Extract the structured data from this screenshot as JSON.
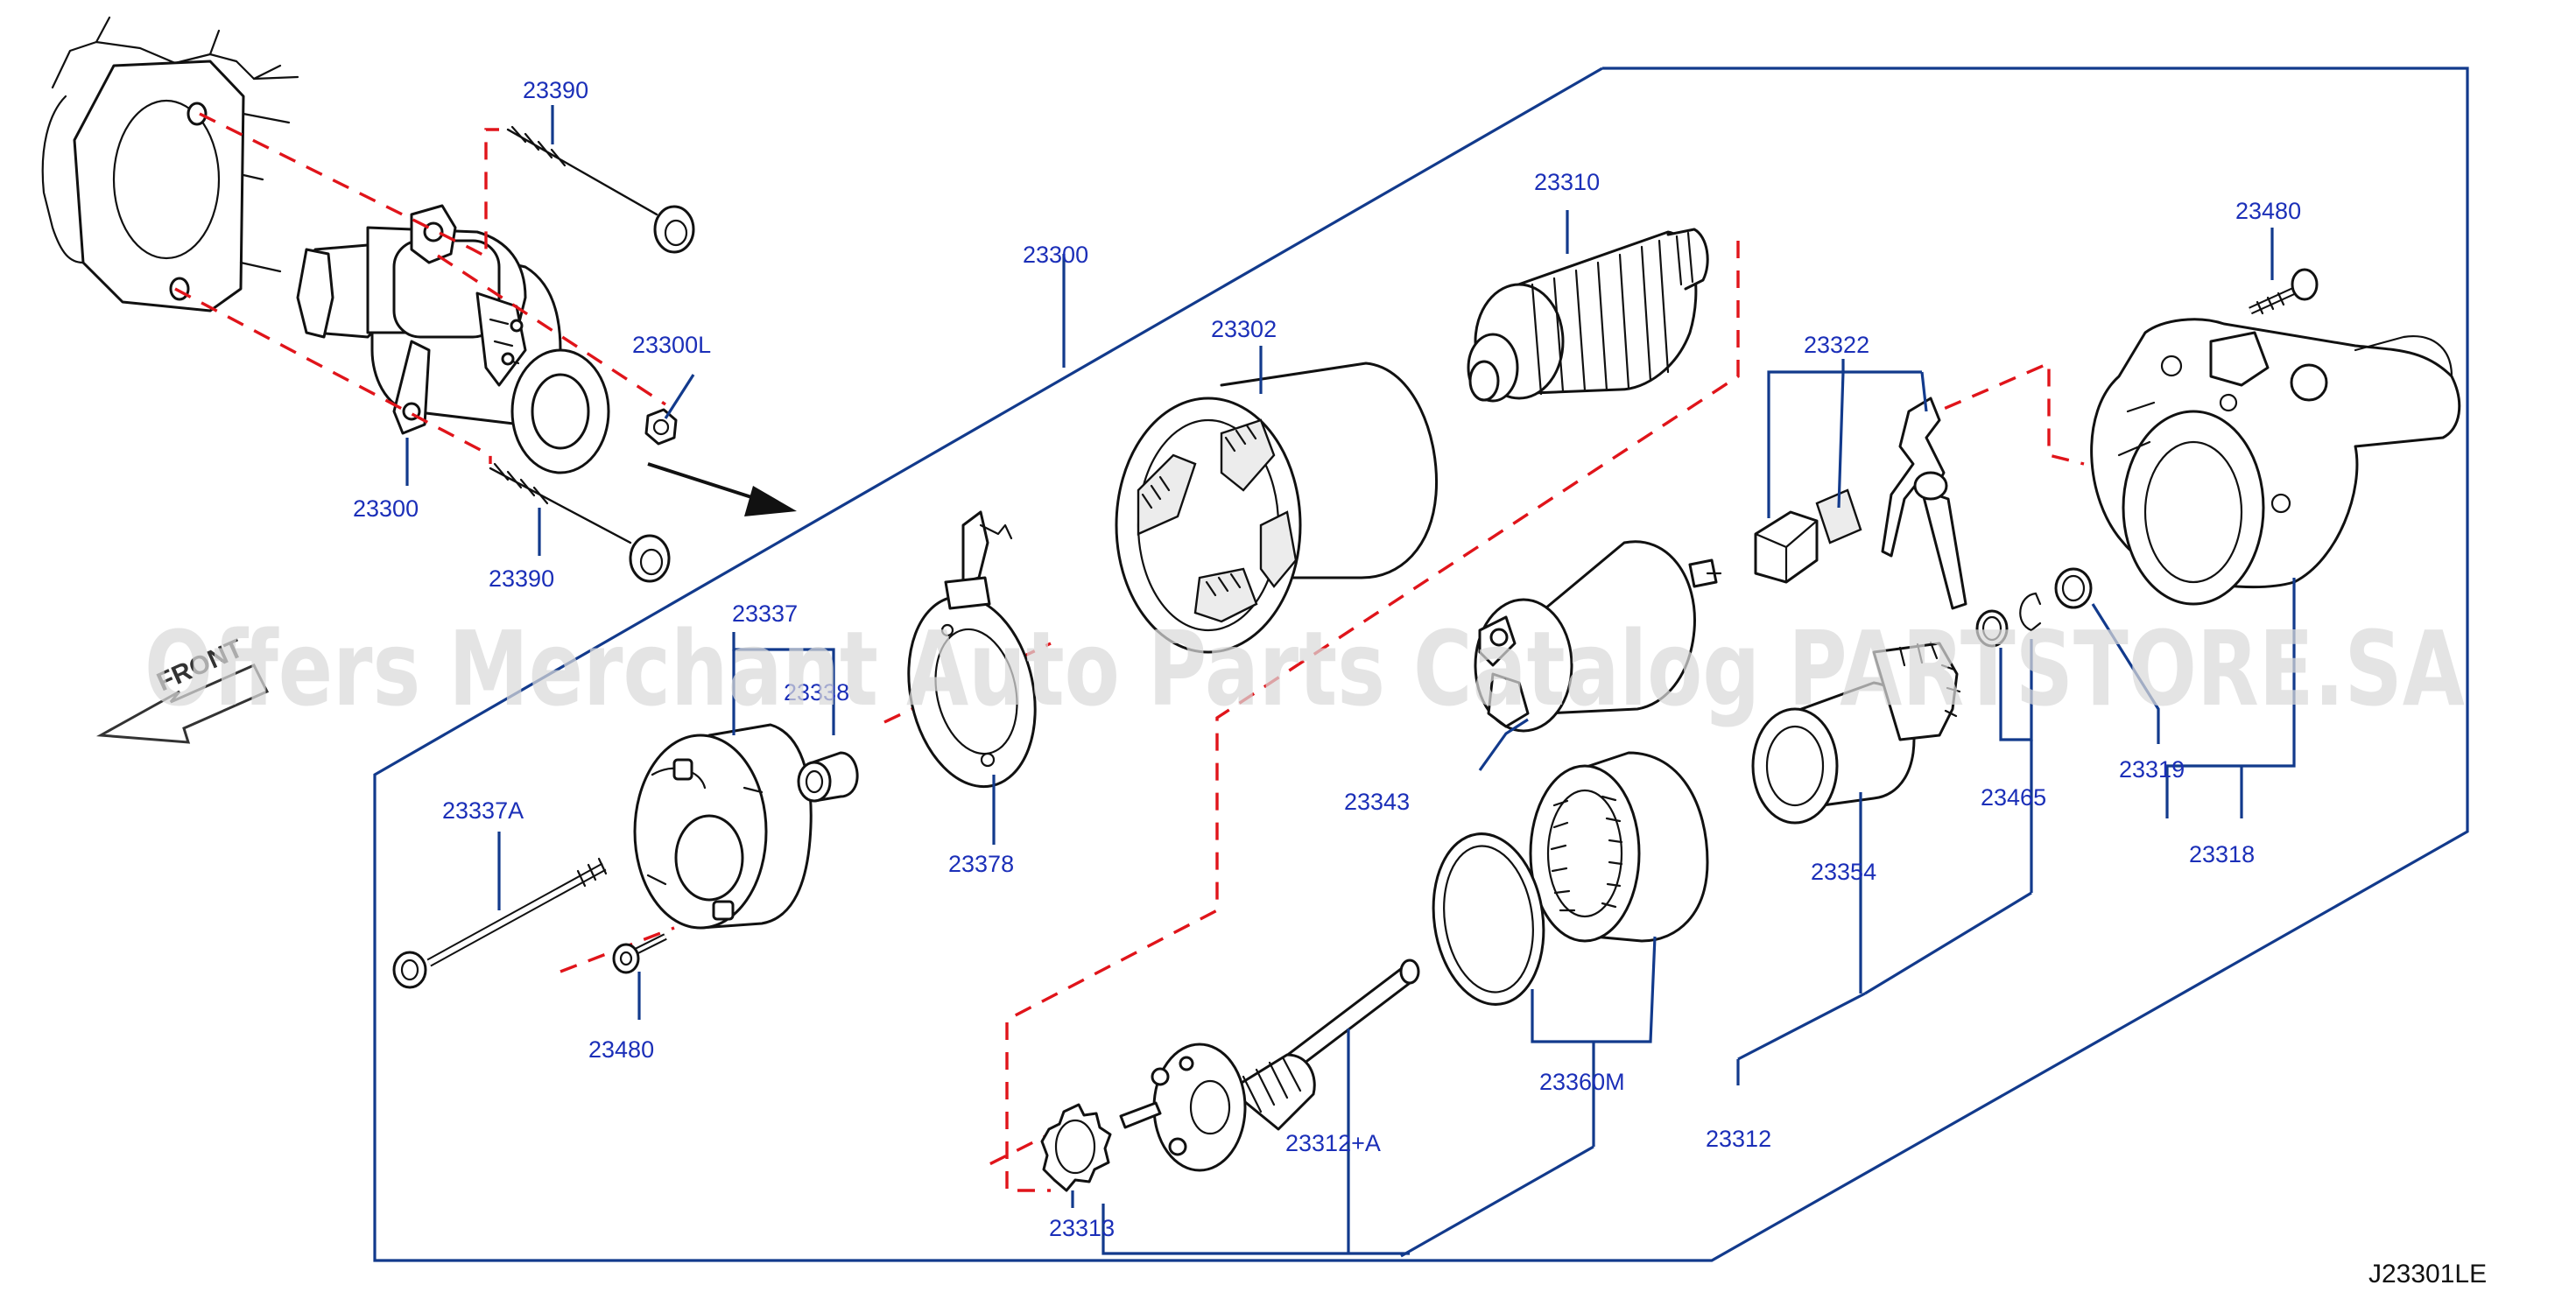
{
  "watermark": "Offers Merchant Auto Parts Catalog PARTSTORE.SA",
  "diagram_code": "J23301LE",
  "front_label": "FRONT",
  "callouts": {
    "c23390_top": "23390",
    "c23300L": "23300L",
    "c23300_left": "23300",
    "c23390_bottom": "23390",
    "c23300_frame": "23300",
    "c23302": "23302",
    "c23310": "23310",
    "c23322": "23322",
    "c23480_top": "23480",
    "c23337": "23337",
    "c23338": "23338",
    "c23337A": "23337A",
    "c23378": "23378",
    "c23480_bottom": "23480",
    "c23343": "23343",
    "c23465": "23465",
    "c23319": "23319",
    "c23318": "23318",
    "c23354": "23354",
    "c23360M": "23360M",
    "c23312": "23312",
    "c23312A": "23312+A",
    "c23313": "23313"
  },
  "colors": {
    "callout_text": "#1b2fb8",
    "leader_lines": "#123a8c",
    "assembly_dashes": "#e0141a",
    "watermark": "#d9d9d9"
  }
}
